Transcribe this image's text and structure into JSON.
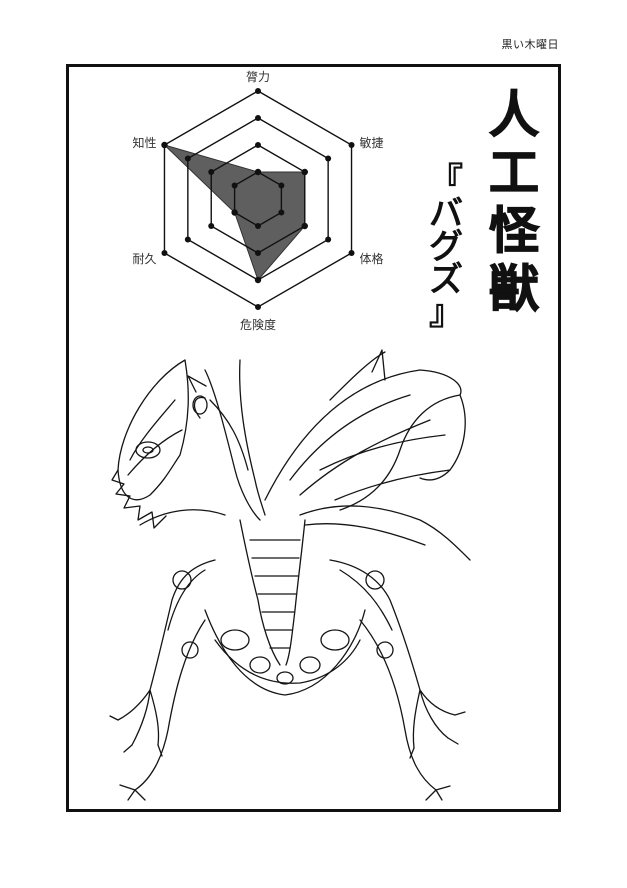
{
  "header": {
    "author": "黒い木曜日"
  },
  "title": {
    "main": "人工怪獣",
    "name": "『バグズ』"
  },
  "chart_data": {
    "type": "radar",
    "axes": [
      "膂力",
      "敏捷",
      "体格",
      "危険度",
      "耐久",
      "知性"
    ],
    "levels": 4,
    "range": [
      0,
      4
    ],
    "values": [
      1,
      2,
      2,
      3,
      1,
      4
    ],
    "fill_color": "#5f5f5f",
    "grid_color": "#111111"
  },
  "illustration": {
    "subject": "insect-monster-line-art"
  }
}
